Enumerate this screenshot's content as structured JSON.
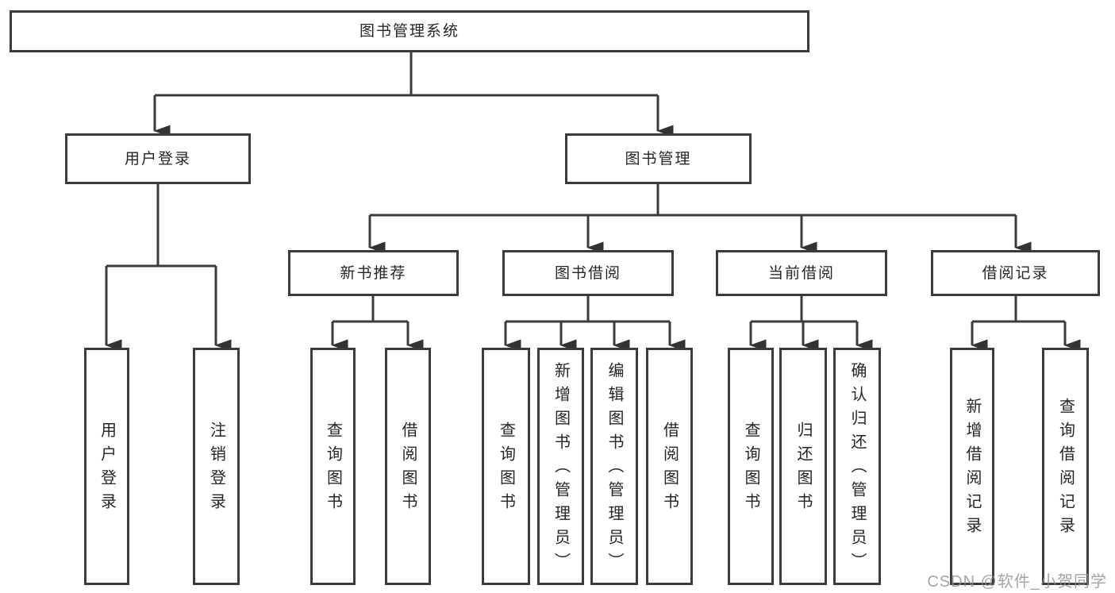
{
  "tree": {
    "label": "图书管理系统",
    "children": [
      {
        "label": "用户登录",
        "children": [
          {
            "label": "用户登录"
          },
          {
            "label": "注销登录"
          }
        ]
      },
      {
        "label": "图书管理",
        "children": [
          {
            "label": "新书推荐",
            "children": [
              {
                "label": "查询图书"
              },
              {
                "label": "借阅图书"
              }
            ]
          },
          {
            "label": "图书借阅",
            "children": [
              {
                "label": "查询图书"
              },
              {
                "label": "新增图书（管理员）"
              },
              {
                "label": "编辑图书（管理员）"
              },
              {
                "label": "借阅图书"
              }
            ]
          },
          {
            "label": "当前借阅",
            "children": [
              {
                "label": "查询图书"
              },
              {
                "label": "归还图书"
              },
              {
                "label": "确认归还（管理员）"
              }
            ]
          },
          {
            "label": "借阅记录",
            "children": [
              {
                "label": "新增借阅记录"
              },
              {
                "label": "查询借阅记录"
              }
            ]
          }
        ]
      }
    ]
  },
  "watermark": "CSDN @软件_小贺同学",
  "colors": {
    "line": "#3b3b3b",
    "text": "#262626",
    "watermark": "#8f8f8f",
    "background": "#ffffff"
  }
}
